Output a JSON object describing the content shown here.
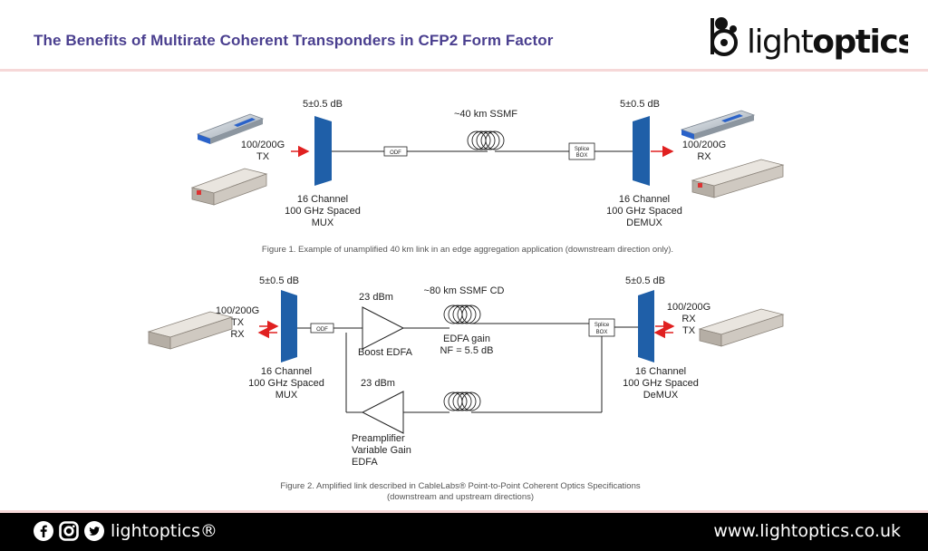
{
  "header": {
    "title": "The Benefits of Multirate Coherent Transponders in CFP2 Form Factor",
    "logo_text_light": "light",
    "logo_text_bold": "optics"
  },
  "figure1": {
    "mux_loss": "5±0.5 dB",
    "demux_loss": "5±0.5 dB",
    "tx_label": [
      "100/200G",
      "TX"
    ],
    "rx_label": [
      "100/200G",
      "RX"
    ],
    "fiber_label": "~40 km SSMF",
    "odf_label": "ODF",
    "splice_label": [
      "Splice",
      "BOX"
    ],
    "mux_caption": [
      "16 Channel",
      "100 GHz Spaced",
      "MUX"
    ],
    "demux_caption": [
      "16 Channel",
      "100 GHz Spaced",
      "DEMUX"
    ],
    "caption": "Figure 1. Example of unamplified 40 km link in an edge aggregation application (downstream direction only)."
  },
  "figure2": {
    "mux_loss": "5±0.5 dB",
    "demux_loss": "5±0.5 dB",
    "left_labels": [
      "100/200G",
      "TX",
      "RX"
    ],
    "right_labels": [
      "100/200G",
      "RX",
      "TX"
    ],
    "boost_power": "23 dBm",
    "boost_label": "Boost EDFA",
    "pre_power": "23 dBm",
    "pre_label": [
      "Preamplifier",
      "Variable Gain",
      "EDFA"
    ],
    "fiber_label": "~80 km SSMF CD",
    "edfa_gain": [
      "EDFA gain",
      "NF = 5.5 dB"
    ],
    "odf_label": "ODF",
    "splice_label": [
      "Splice",
      "BOX"
    ],
    "mux_caption": [
      "16 Channel",
      "100 GHz Spaced",
      "MUX"
    ],
    "demux_caption": [
      "16 Channel",
      "100 GHz Spaced",
      "DeMUX"
    ],
    "caption": [
      "Figure 2. Amplified link described in CableLabs® Point-to-Point Coherent Optics Specifications",
      "(downstream and upstream directions)"
    ]
  },
  "footer": {
    "brand": "lightoptics®",
    "url": "www.lightoptics.co.uk",
    "icons": [
      "facebook-icon",
      "instagram-icon",
      "twitter-icon"
    ]
  },
  "colors": {
    "title": "#4a3f8f",
    "mux_blue": "#1f5fa8",
    "arrow_red": "#e02020",
    "footer_bg": "#000000",
    "rule": "#f6d8d8"
  }
}
